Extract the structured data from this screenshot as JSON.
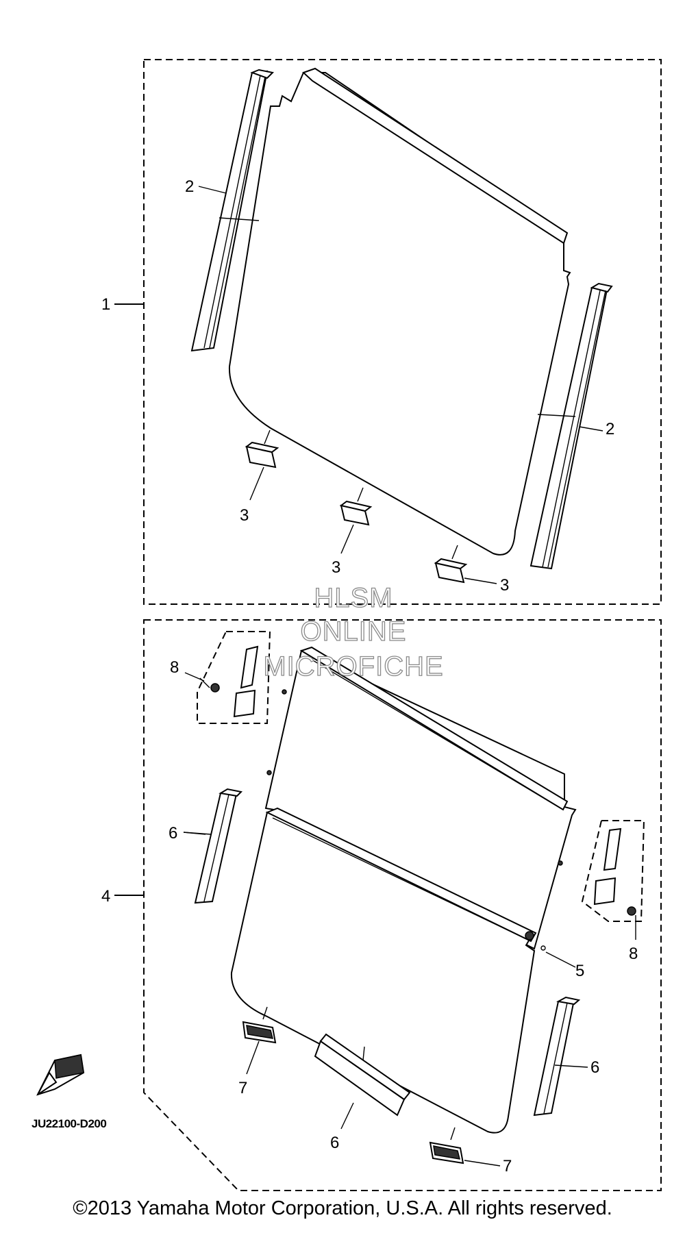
{
  "diagram": {
    "callouts": {
      "c1": "1",
      "c2a": "2",
      "c2b": "2",
      "c3a": "3",
      "c3b": "3",
      "c3c": "3",
      "c4": "4",
      "c5": "5",
      "c6a": "6",
      "c6b": "6",
      "c6c": "6",
      "c7a": "7",
      "c7b": "7",
      "c8a": "8",
      "c8b": "8"
    },
    "figure_code": "JU22100-D200"
  },
  "watermark": {
    "line1": "HLSM",
    "line2": "ONLINE",
    "line3": "MICROFICHE"
  },
  "footer": {
    "copyright": "©2013 Yamaha Motor Corporation, U.S.A. All rights reserved."
  }
}
